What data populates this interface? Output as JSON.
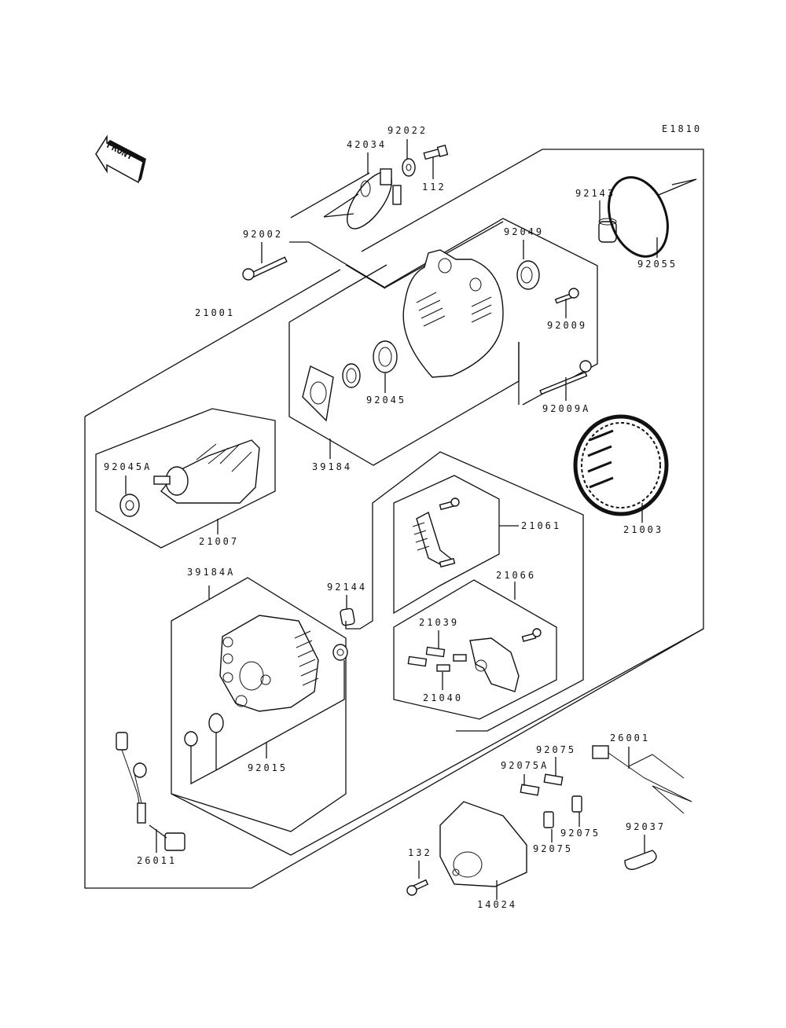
{
  "diagram": {
    "title": "Alternator",
    "code": "E1810",
    "front_label": "FRONT",
    "colors": {
      "ink": "#111111",
      "background": "#ffffff"
    },
    "labels": [
      {
        "id": "p42034",
        "text": "42034"
      },
      {
        "id": "p92022",
        "text": "92022"
      },
      {
        "id": "p112",
        "text": "112"
      },
      {
        "id": "p92002",
        "text": "92002"
      },
      {
        "id": "p92143",
        "text": "92143"
      },
      {
        "id": "p92055",
        "text": "92055"
      },
      {
        "id": "p92049",
        "text": "92049"
      },
      {
        "id": "p92009",
        "text": "92009"
      },
      {
        "id": "p21001",
        "text": "21001"
      },
      {
        "id": "p92045",
        "text": "92045"
      },
      {
        "id": "p92009A",
        "text": "92009A"
      },
      {
        "id": "p39184",
        "text": "39184"
      },
      {
        "id": "p92045A",
        "text": "92045A"
      },
      {
        "id": "p21007",
        "text": "21007"
      },
      {
        "id": "p21003",
        "text": "21003"
      },
      {
        "id": "p21061",
        "text": "21061"
      },
      {
        "id": "p39184A",
        "text": "39184A"
      },
      {
        "id": "p92144",
        "text": "92144"
      },
      {
        "id": "p21066",
        "text": "21066"
      },
      {
        "id": "p21039",
        "text": "21039"
      },
      {
        "id": "p21040",
        "text": "21040"
      },
      {
        "id": "p92015",
        "text": "92015"
      },
      {
        "id": "p26001",
        "text": "26001"
      },
      {
        "id": "p92075_top",
        "text": "92075"
      },
      {
        "id": "p92075A",
        "text": "92075A"
      },
      {
        "id": "p92075_right",
        "text": "92075"
      },
      {
        "id": "p92075_bottom",
        "text": "92075"
      },
      {
        "id": "p92037",
        "text": "92037"
      },
      {
        "id": "p132",
        "text": "132"
      },
      {
        "id": "p14024",
        "text": "14024"
      },
      {
        "id": "p26011",
        "text": "26011"
      }
    ]
  }
}
